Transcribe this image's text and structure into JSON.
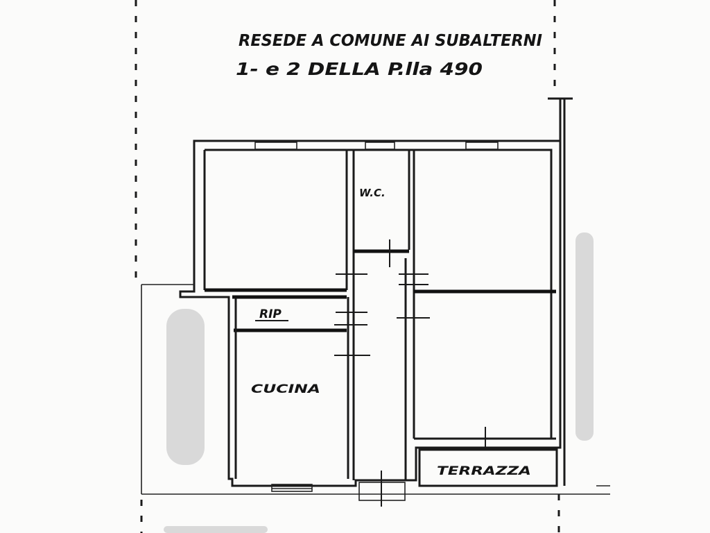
{
  "header": {
    "line1": "RESEDE A COMUNE AI SUBALTERNI",
    "line2": "1- e 2 DELLA P.lla 490"
  },
  "rooms": {
    "wc": "W.C.",
    "rip": "RIP",
    "cucina": "CUCINA",
    "terrazza": "TERRAZZA"
  }
}
